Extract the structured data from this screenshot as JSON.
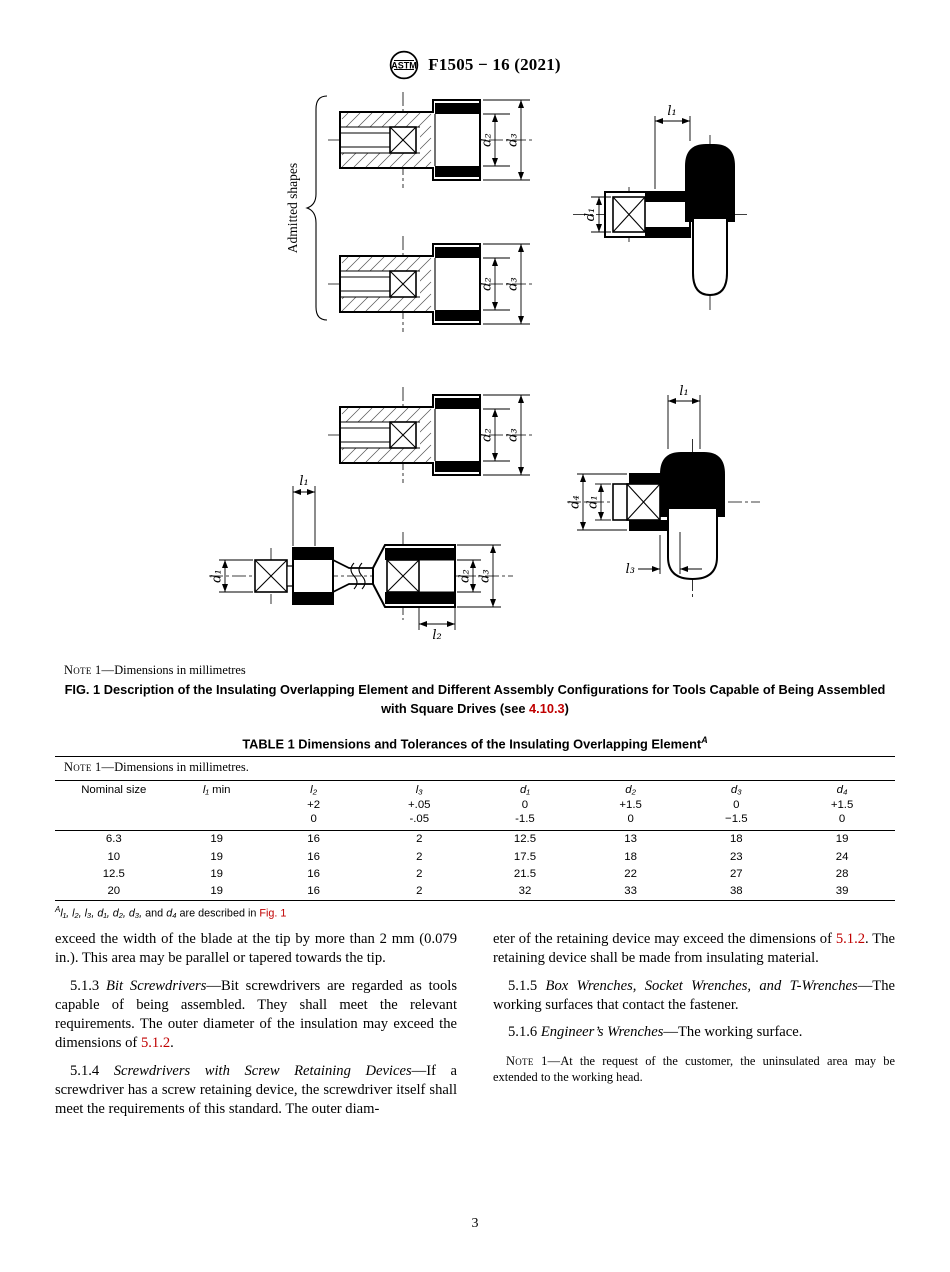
{
  "theme": {
    "accent_color": "#c00000"
  },
  "header": {
    "logo_text": "ASTM",
    "doc_number": "F1505 − 16 (2021)"
  },
  "figure": {
    "admitted_shapes_label": "Admitted shapes",
    "dims": {
      "l1": "l₁",
      "l2": "l₂",
      "l3": "l₃",
      "d1": "d₁",
      "d2": "d₂",
      "d3": "d₃",
      "d4": "d₄"
    },
    "note_label": "Note 1—",
    "note_text": "Dimensions in millimetres",
    "caption_line1": "FIG. 1 Description of the Insulating Overlapping Element and Different Assembly Configurations for Tools Capable of Being Assembled",
    "caption_line2_pre": "with Square Drives (see ",
    "caption_link": "4.10.3",
    "caption_line2_post": ")"
  },
  "table": {
    "title": "TABLE 1 Dimensions and Tolerances of the Insulating Overlapping Element",
    "title_sup": "A",
    "note_label": "Note 1—",
    "note_text": "Dimensions in millimetres.",
    "head": [
      {
        "sym": "",
        "suffix": "Nominal size",
        "plus": "",
        "minus": ""
      },
      {
        "sym": "l₁",
        "suffix": " min",
        "plus": "",
        "minus": ""
      },
      {
        "sym": "l₂",
        "suffix": "",
        "plus": "+2",
        "minus": "0"
      },
      {
        "sym": "l₃",
        "suffix": "",
        "plus": "+.05",
        "minus": "-.05"
      },
      {
        "sym": "d₁",
        "suffix": "",
        "plus": "0",
        "minus": "-1.5"
      },
      {
        "sym": "d₂",
        "suffix": "",
        "plus": "+1.5",
        "minus": "0"
      },
      {
        "sym": "d₃",
        "suffix": "",
        "plus": "0",
        "minus": "−1.5"
      },
      {
        "sym": "d₄",
        "suffix": "",
        "plus": "+1.5",
        "minus": "0"
      }
    ],
    "rows": [
      [
        "6.3",
        "19",
        "16",
        "2",
        "12.5",
        "13",
        "18",
        "19"
      ],
      [
        "10",
        "19",
        "16",
        "2",
        "17.5",
        "18",
        "23",
        "24"
      ],
      [
        "12.5",
        "19",
        "16",
        "2",
        "21.5",
        "22",
        "27",
        "28"
      ],
      [
        "20",
        "19",
        "16",
        "2",
        "32",
        "33",
        "38",
        "39"
      ]
    ],
    "footnote_sup": "A",
    "footnote_syms": "l₁, l₂, l₃, d₁, d₂, d₃,",
    "footnote_and": " and ",
    "footnote_d4": "d₄",
    "footnote_text": " are described in ",
    "footnote_link": "Fig. 1"
  },
  "body": {
    "col1": {
      "p1": "exceed the width of the blade at the tip by more than 2 mm (0.079 in.). This area may be parallel or tapered towards the tip.",
      "p2_num": "5.1.3 ",
      "p2_title": "Bit Screwdrivers",
      "p2_text1": "—Bit screwdrivers are regarded as tools capable of being assembled. They shall meet the relevant requirements. The outer diameter of the insulation may exceed the dimensions of ",
      "p2_link": "5.1.2",
      "p2_text2": ".",
      "p3_num": "5.1.4 ",
      "p3_title": "Screwdrivers with Screw Retaining Devices",
      "p3_text": "—If a screwdriver has a screw retaining device, the screwdriver itself shall meet the requirements of this standard. The outer diam-"
    },
    "col2": {
      "p1_text1": "eter of the retaining device may exceed the dimensions of ",
      "p1_link": "5.1.2",
      "p1_text2": ". The retaining device shall be made from insulating material.",
      "p2_num": "5.1.5 ",
      "p2_title": "Box Wrenches, Socket Wrenches, and T-Wrenches",
      "p2_text": "—The working surfaces that contact the fastener.",
      "p3_num": "5.1.6 ",
      "p3_title": "Engineer’s Wrenches",
      "p3_text": "—The working surface.",
      "note_label": "Note 1—",
      "note_text": "At the request of the customer, the uninsulated area may be extended to the working head."
    }
  },
  "footer": {
    "page_number": "3"
  }
}
